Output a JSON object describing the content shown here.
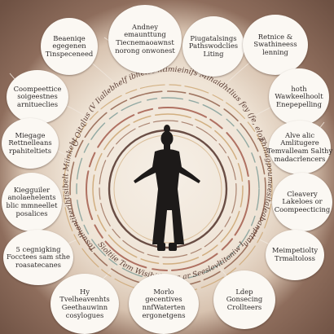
{
  "nodes": [
    {
      "id": "n1",
      "lines": [
        "Beaeniqe",
        "egegenen",
        "Tinspeceneed"
      ]
    },
    {
      "id": "n2",
      "lines": [
        "Andney",
        "emaunttung",
        "Tiecnemaoawnst",
        "norong onwonest"
      ]
    },
    {
      "id": "n3",
      "lines": [
        "Piugatalsings",
        "Pathswodclies",
        "Liting"
      ]
    },
    {
      "id": "n4",
      "lines": [
        "Retnice &",
        "Swathineess",
        "lenning"
      ]
    },
    {
      "id": "n5",
      "lines": [
        "Coompeettice",
        "soigeestnes",
        "arnitueclies"
      ]
    },
    {
      "id": "n6",
      "lines": [
        "hoth",
        "Wawkeelhoolt",
        "Enepepelling"
      ]
    },
    {
      "id": "n7",
      "lines": [
        "Miegage",
        "Rettnelleans",
        "rpahiteltiets"
      ]
    },
    {
      "id": "n8",
      "lines": [
        "Alve alic",
        "Amlitugere",
        "Temvalleam Salthy",
        "madacrlencers"
      ]
    },
    {
      "id": "n9",
      "lines": [
        "Kiegguiler",
        "anolaehelents",
        "blic mmneellet",
        "posalices"
      ]
    },
    {
      "id": "n10",
      "lines": [
        "Cleavery",
        "Lakeloes or",
        "Coompeecticing"
      ]
    },
    {
      "id": "n11",
      "lines": [
        "5 cegnigking",
        "Focctees sam sthe",
        "roasatecanes"
      ]
    },
    {
      "id": "n12",
      "lines": [
        "Meimpetiolty",
        "Trmaltoloss"
      ]
    },
    {
      "id": "n13",
      "lines": [
        "Hy",
        "Tvelheavenhts",
        "Geethauwinn",
        "cosylogues"
      ]
    },
    {
      "id": "n14",
      "lines": [
        "Morlo",
        "gecentives",
        "nnfWaterten",
        "ergonetgens"
      ]
    },
    {
      "id": "n15",
      "lines": [
        "Ldep",
        "Gonsecing",
        "Crollteers"
      ]
    }
  ],
  "ring_text_top": "O Oitqlus (V Iiallebhelf ibheles htimieinifs Mihaidhtlius fey (fe, elopmilfeon Mienentbeep",
  "ring_text_bottom": "Sioltiie Tem Wisihithouss ar Seeslevltitoniw Iiltadcleatiis",
  "ring_text_left": "Tosulhantiterihtisibelt Miinkehtutes",
  "ring_text_right": "Thmagpoumeesitaleabanpttans",
  "colors": {
    "background": "#7b5d4e",
    "bubble": "#fbf8f3",
    "figure": "#1d1a19",
    "ring_brown": "#8c5a45",
    "ring_gold": "#c9a06a",
    "ring_teal": "#7a9a95",
    "ring_red": "#9a4a3a",
    "link": "#efe6dc"
  },
  "figure_icon": "meditating-woman-silhouette"
}
